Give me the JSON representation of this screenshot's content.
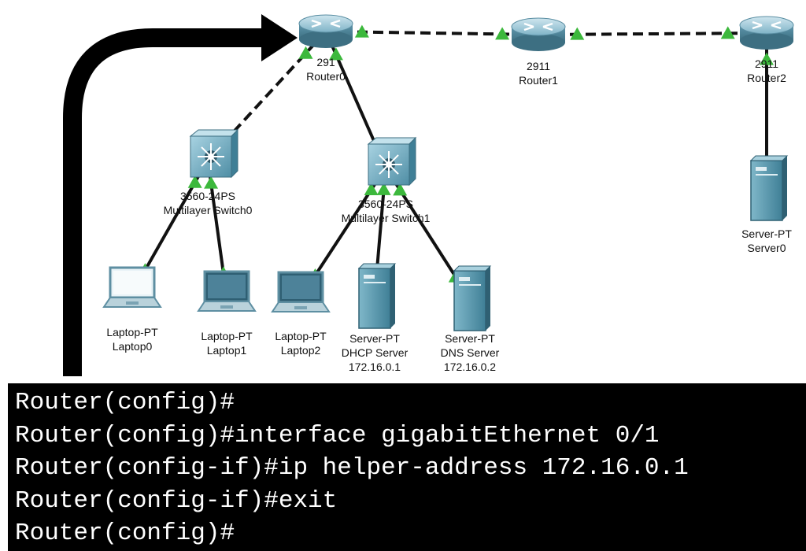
{
  "devices": [
    {
      "id": "router0",
      "kind": "router",
      "model": "291",
      "name": "Router0"
    },
    {
      "id": "router1",
      "kind": "router",
      "model": "2911",
      "name": "Router1"
    },
    {
      "id": "router2",
      "kind": "router",
      "model": "2911",
      "name": "Router2"
    },
    {
      "id": "mls0",
      "kind": "multilayer-switch",
      "model": "3560-24PS",
      "name": "Multilayer Switch0"
    },
    {
      "id": "mls1",
      "kind": "multilayer-switch",
      "model": "3560-24PS",
      "name": "Multilayer Switch1"
    },
    {
      "id": "laptop0",
      "kind": "laptop",
      "model": "Laptop-PT",
      "name": "Laptop0"
    },
    {
      "id": "laptop1",
      "kind": "laptop",
      "model": "Laptop-PT",
      "name": "Laptop1"
    },
    {
      "id": "laptop2",
      "kind": "laptop",
      "model": "Laptop-PT",
      "name": "Laptop2"
    },
    {
      "id": "dhcp",
      "kind": "server",
      "model": "Server-PT",
      "name": "DHCP Server",
      "ip": "172.16.0.1"
    },
    {
      "id": "dns",
      "kind": "server",
      "model": "Server-PT",
      "name": "DNS Server",
      "ip": "172.16.0.2"
    },
    {
      "id": "server0",
      "kind": "server",
      "model": "Server-PT",
      "name": "Server0"
    }
  ],
  "links": [
    {
      "from": "router0",
      "to": "router1",
      "style": "dashed"
    },
    {
      "from": "router1",
      "to": "router2",
      "style": "dashed"
    },
    {
      "from": "router0",
      "to": "mls0",
      "style": "dashed"
    },
    {
      "from": "router0",
      "to": "mls1",
      "style": "solid"
    },
    {
      "from": "router2",
      "to": "server0",
      "style": "solid"
    },
    {
      "from": "mls0",
      "to": "laptop0",
      "style": "solid"
    },
    {
      "from": "mls0",
      "to": "laptop1",
      "style": "solid"
    },
    {
      "from": "mls1",
      "to": "laptop2",
      "style": "solid"
    },
    {
      "from": "mls1",
      "to": "dhcp",
      "style": "solid"
    },
    {
      "from": "mls1",
      "to": "dns",
      "style": "solid"
    }
  ],
  "colors": {
    "link_up": "#3cb83c",
    "console_bg": "#000000",
    "console_fg": "#ffffff",
    "arrow": "#000000",
    "device_blue": "#4a8fa8"
  },
  "console": {
    "lines": [
      "Router(config)#",
      "Router(config)#interface gigabitEthernet 0/1",
      "Router(config-if)#ip helper-address 172.16.0.1",
      "Router(config-if)#exit",
      "Router(config)#"
    ]
  }
}
